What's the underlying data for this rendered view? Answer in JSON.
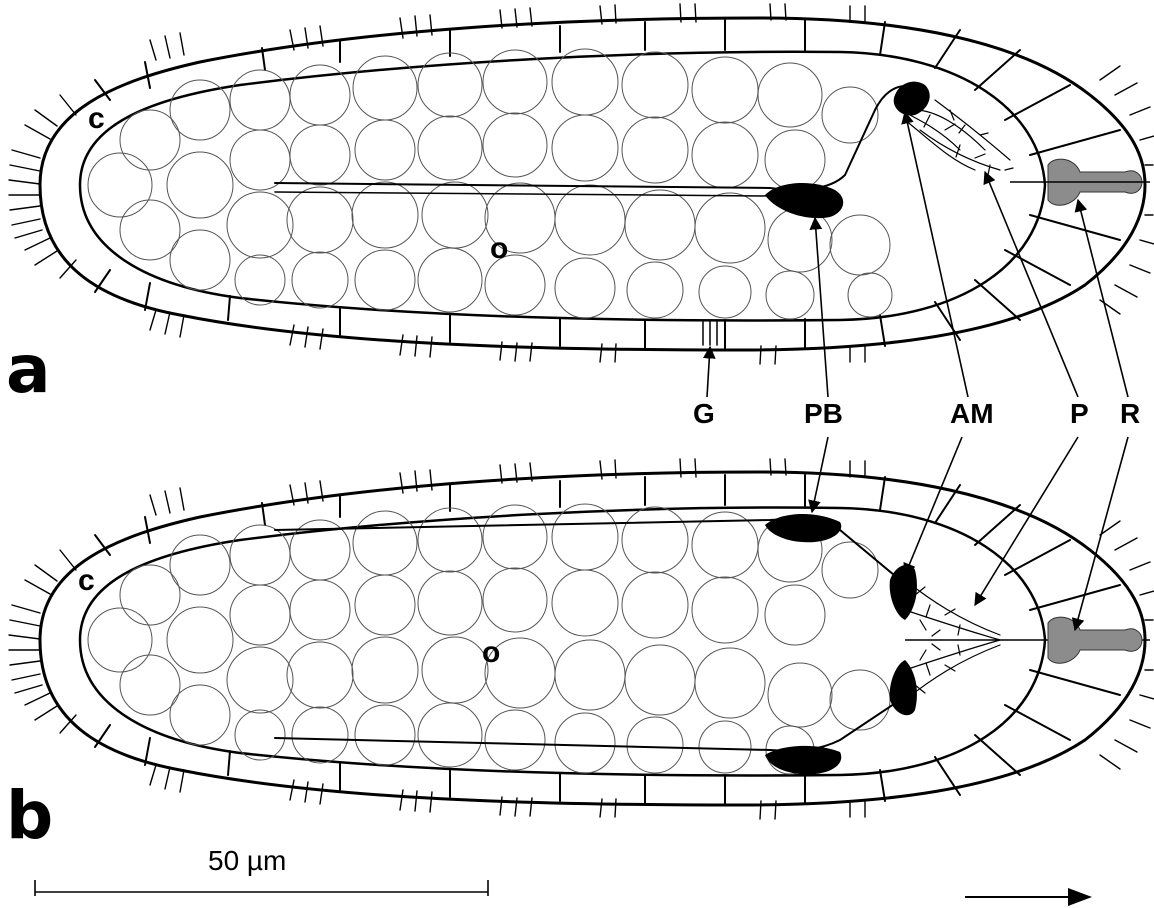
{
  "panels": [
    {
      "id": "a",
      "label": "a",
      "cortex_label": "c",
      "organism_label": "o"
    },
    {
      "id": "b",
      "label": "b",
      "cortex_label": "c",
      "organism_label": "o"
    }
  ],
  "callouts": {
    "G": "G",
    "PB": "PB",
    "AM": "AM",
    "P": "P",
    "R": "R"
  },
  "scale_bar": {
    "label": "50 µm"
  },
  "colors": {
    "ink": "#000000",
    "background": "#ffffff",
    "rudiment_gray": "#8c8c8c",
    "cell_line": "#555555"
  }
}
